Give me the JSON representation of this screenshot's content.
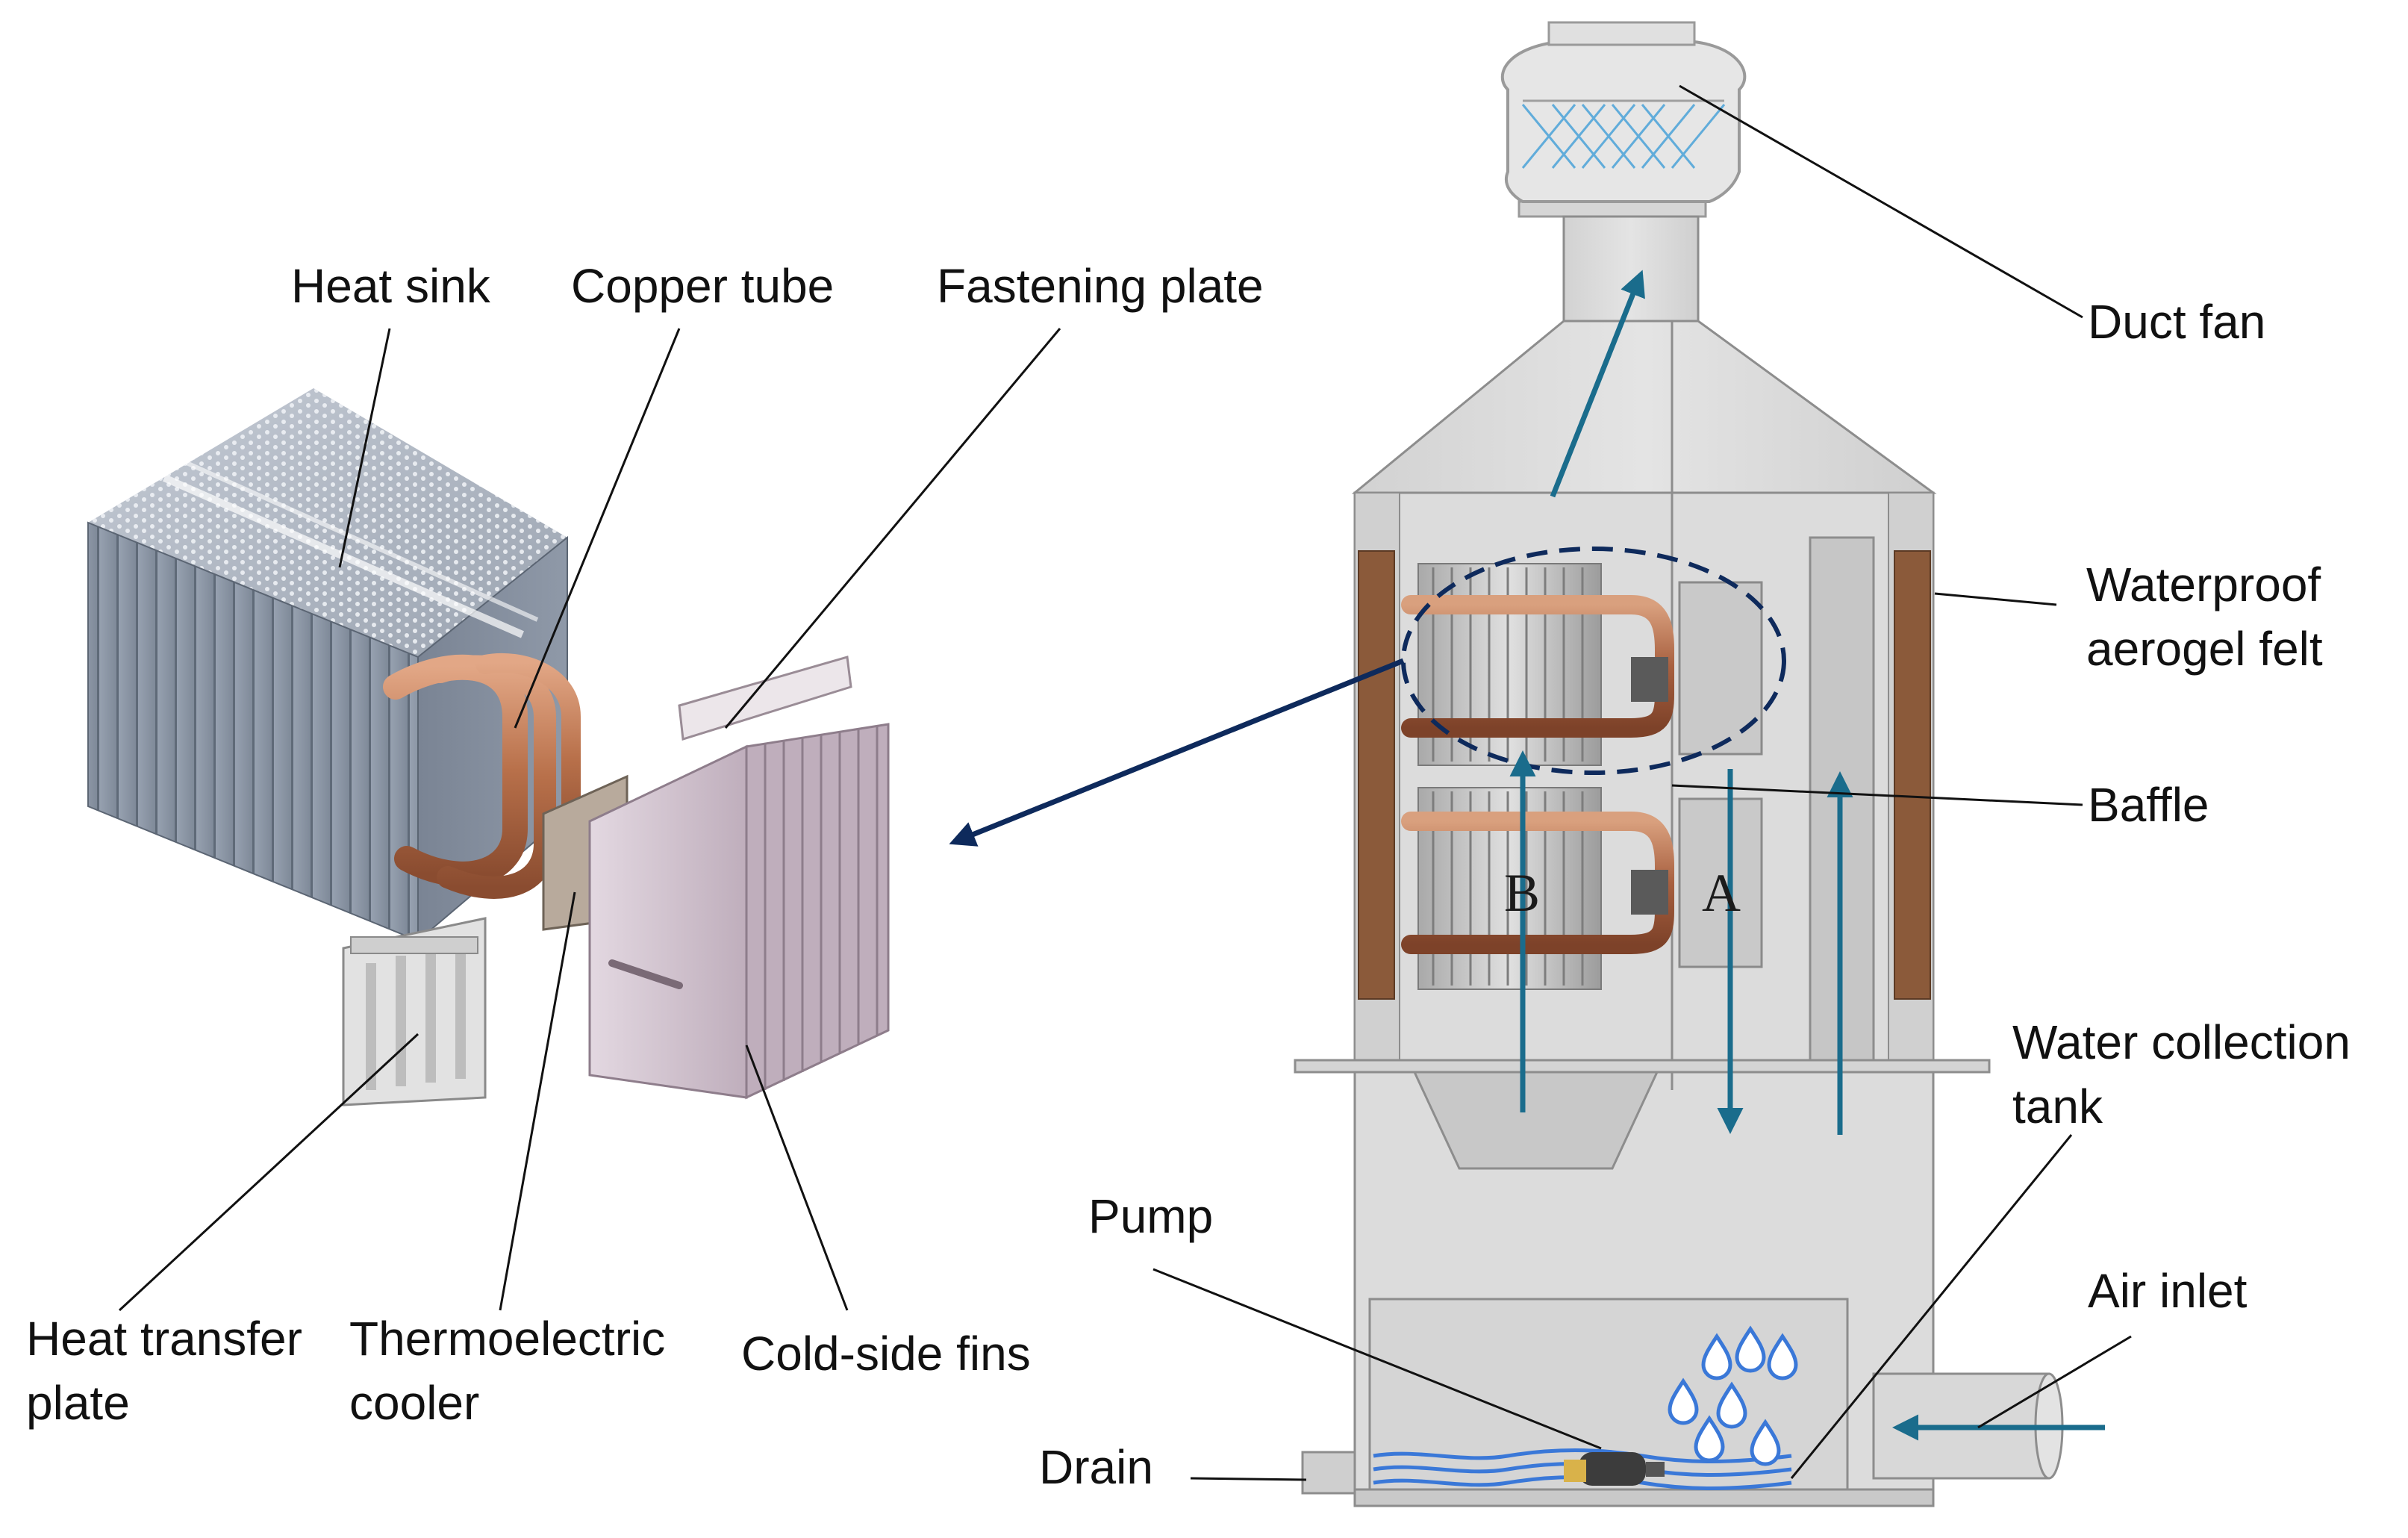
{
  "labels": {
    "heat_sink": "Heat sink",
    "copper_tube": "Copper tube",
    "fastening_plate": "Fastening plate",
    "heat_transfer_plate": "Heat transfer\nplate",
    "thermoelectric_cooler": "Thermoelectric\ncooler",
    "cold_side_fins": "Cold-side fins",
    "duct_fan": "Duct fan",
    "waterproof_aerogel_felt": "Waterproof\naerogel felt",
    "baffle": "Baffle",
    "water_collection_tank": "Water collection\ntank",
    "pump": "Pump",
    "air_inlet": "Air inlet",
    "drain": "Drain"
  },
  "channel_letters": {
    "b": "B",
    "a": "A"
  },
  "colors": {
    "flow_arrow": "#1a6c8c",
    "zoom_outline": "#0e2a5c",
    "copper": "#b8704a",
    "felt": "#8b5a3a",
    "housing": "#d9d9d9",
    "heat_sink": "#8d98a6",
    "cold_fins": "#cdbcc8",
    "water": "#3a78d8"
  }
}
